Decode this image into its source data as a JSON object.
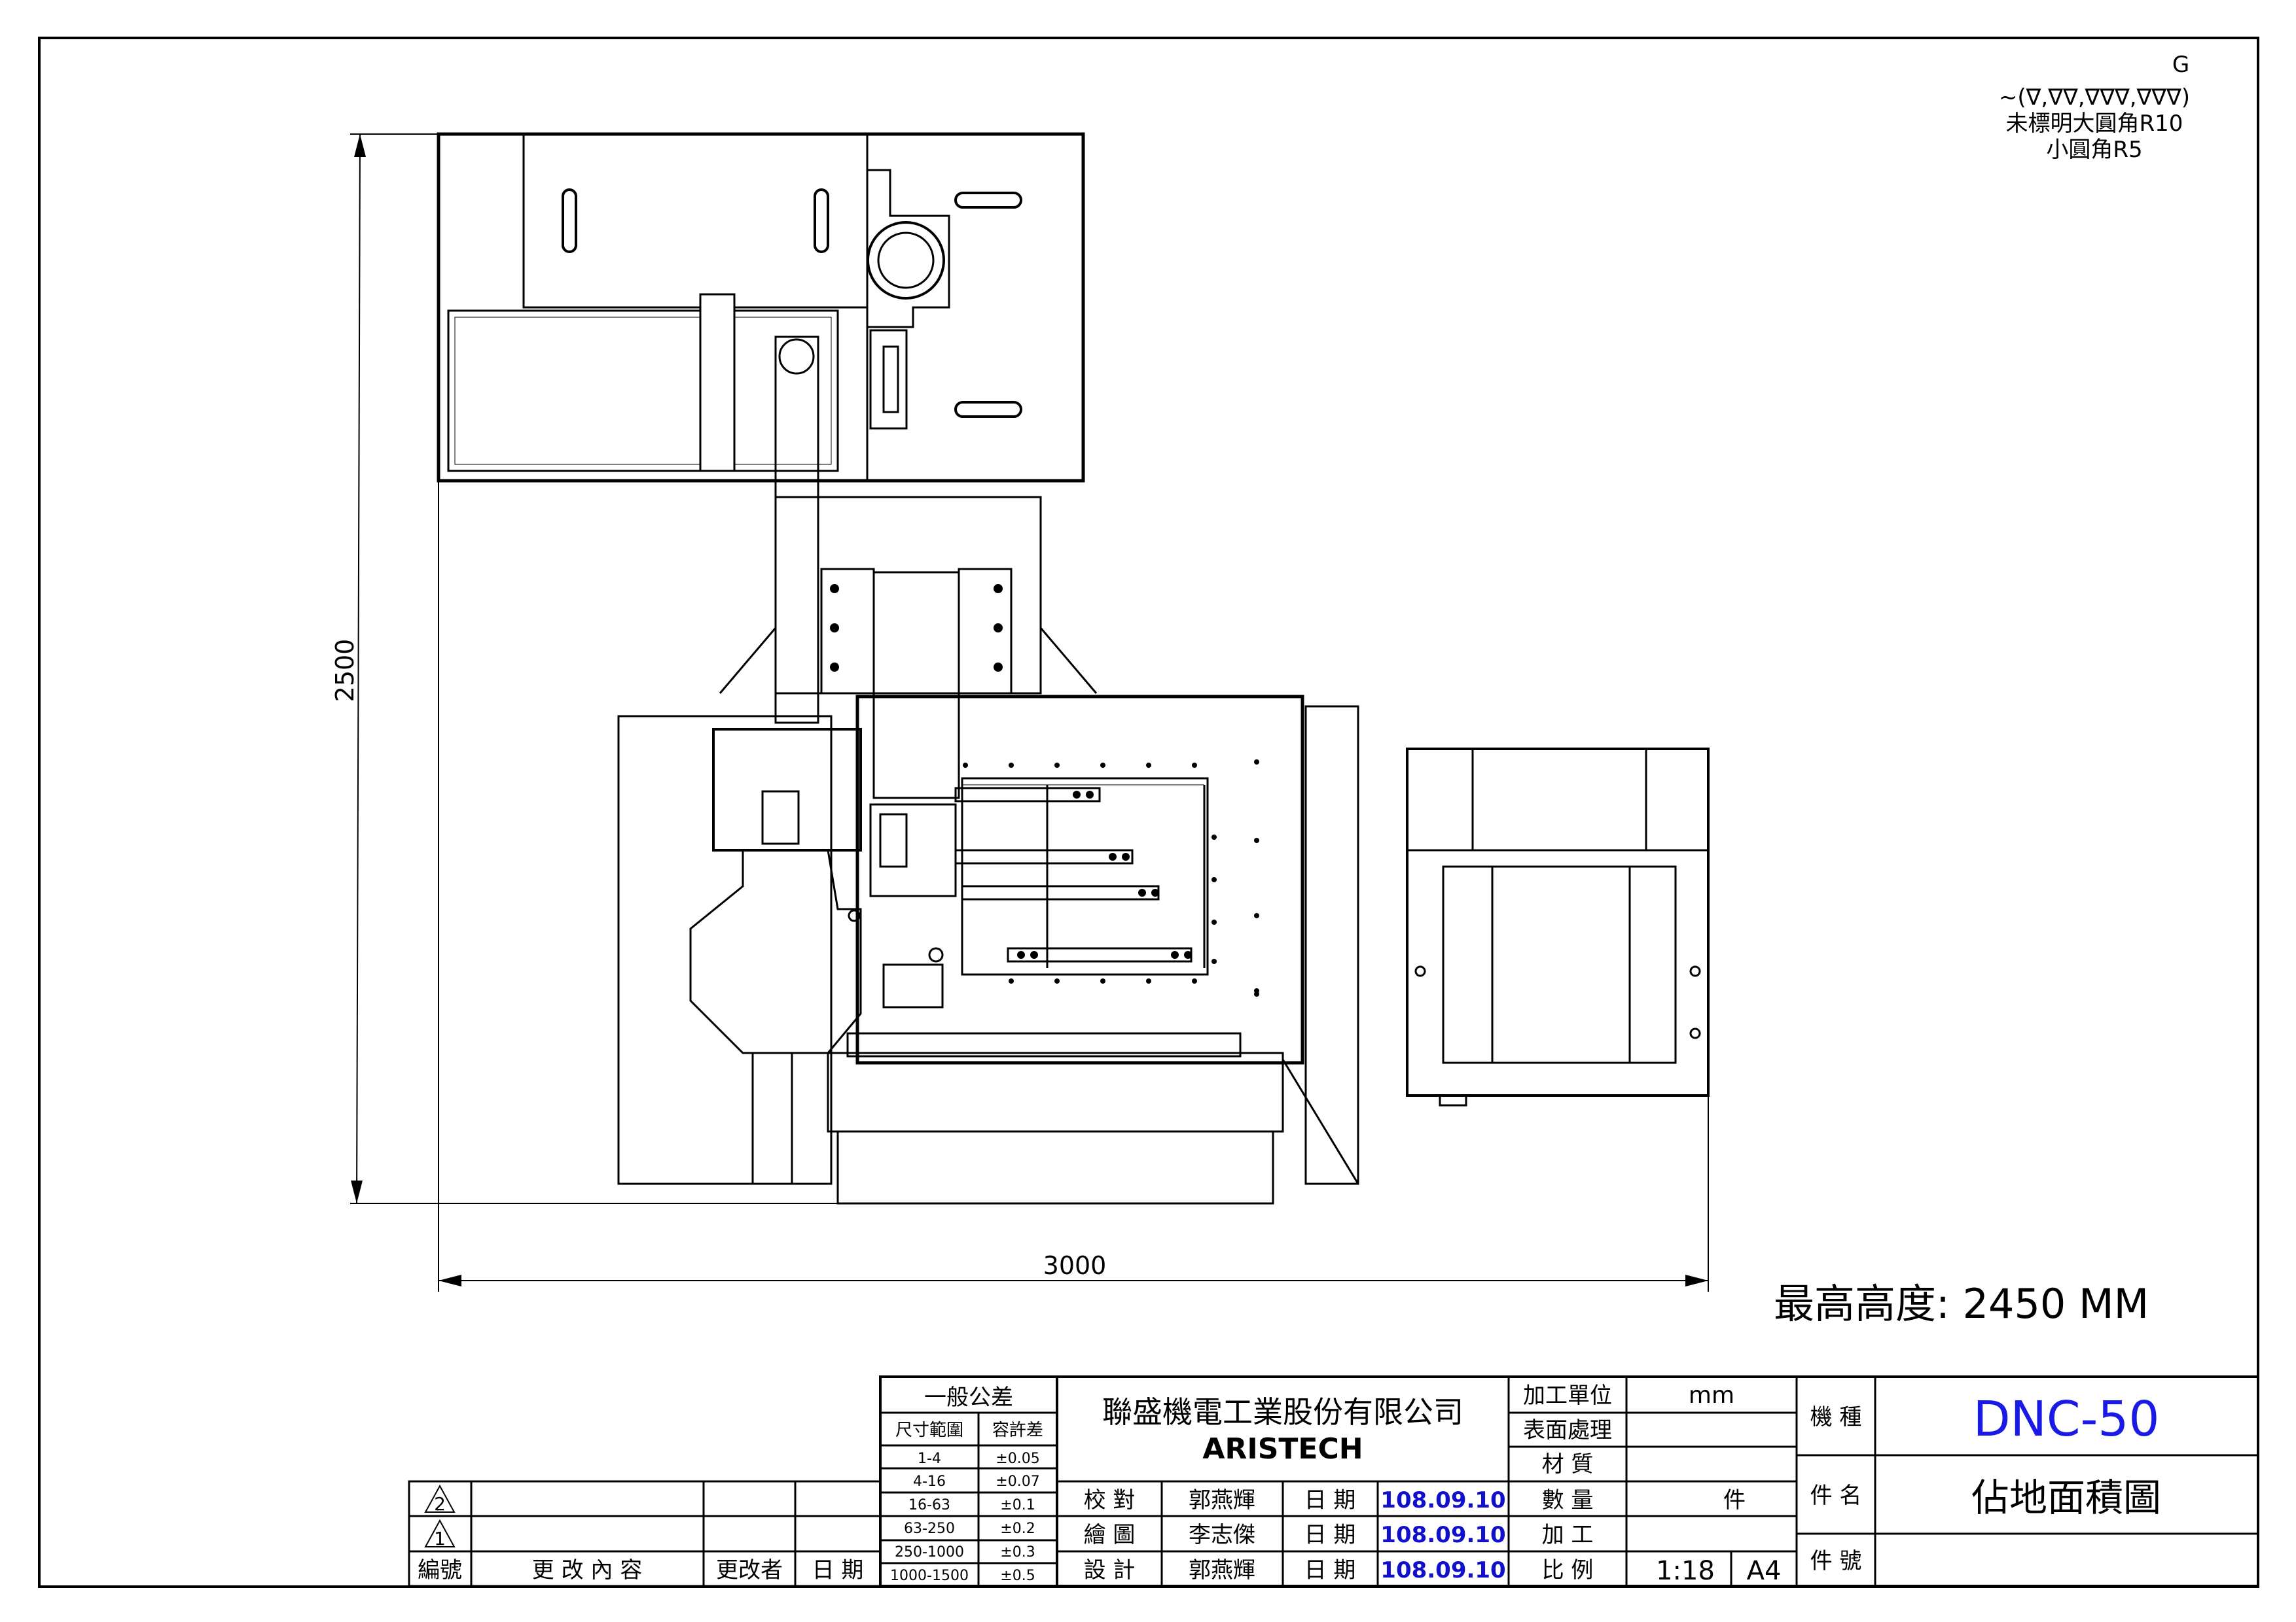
{
  "surface_note": {
    "top": "G",
    "symbols": "~(∇,∇∇,∇∇∇,∇∇∇)",
    "line1": "未標明大圓角R10",
    "line2": "小圓角R5"
  },
  "dimensions": {
    "height": "2500",
    "width": "3000"
  },
  "max_height_label": "最高高度: 2450 MM",
  "tolerance": {
    "title": "一般公差",
    "col_range": "尺寸範圍",
    "col_tol": "容許差",
    "rows": [
      {
        "range": "1-4",
        "tol": "±0.05"
      },
      {
        "range": "4-16",
        "tol": "±0.07"
      },
      {
        "range": "16-63",
        "tol": "±0.1"
      },
      {
        "range": "63-250",
        "tol": "±0.2"
      },
      {
        "range": "250-1000",
        "tol": "±0.3"
      },
      {
        "range": "1000-1500",
        "tol": "±0.5"
      }
    ]
  },
  "revision": {
    "rows": [
      "2",
      "1"
    ],
    "headers": {
      "no": "編號",
      "content": "更 改 內 容",
      "by": "更改者",
      "date": "日 期"
    }
  },
  "company": {
    "name_zh": "聯盛機電工業股份有限公司",
    "name_en": "ARISTECH"
  },
  "signoff": [
    {
      "role": "校 對",
      "name": "郭燕輝",
      "date_label": "日 期",
      "date": "108.09.10"
    },
    {
      "role": "繪 圖",
      "name": "李志傑",
      "date_label": "日 期",
      "date": "108.09.10"
    },
    {
      "role": "設 計",
      "name": "郭燕輝",
      "date_label": "日 期",
      "date": "108.09.10"
    }
  ],
  "specs": {
    "unit_label": "加工單位",
    "unit_value": "mm",
    "surface_label": "表面處理",
    "material_label": "材 質",
    "qty_label": "數 量",
    "qty_value": "件",
    "process_label": "加 工",
    "scale_label": "比 例",
    "scale_value": "1:18",
    "paper_value": "A4"
  },
  "model": {
    "label": "機 種",
    "value": "DNC-50"
  },
  "part_name": {
    "label": "件 名",
    "value": "佔地面積圖"
  },
  "part_no": {
    "label": "件 號",
    "value": ""
  },
  "colors": {
    "model_text": "#1a1ae6",
    "date_text": "#1010cc"
  }
}
